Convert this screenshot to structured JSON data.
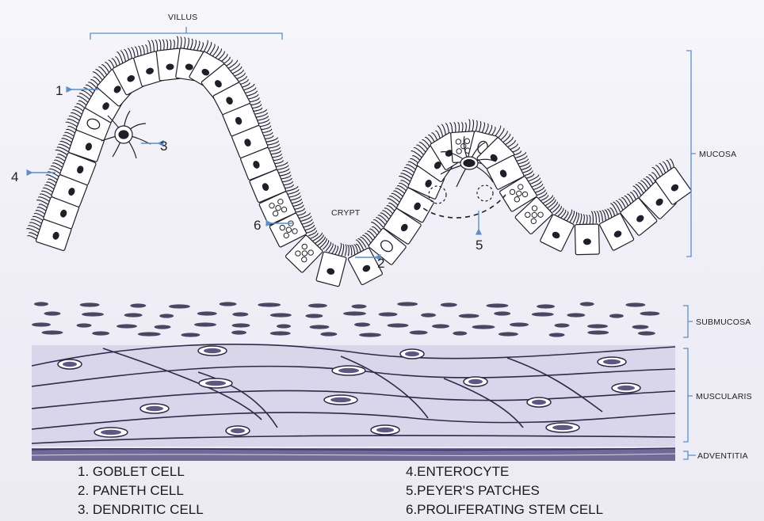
{
  "diagram": {
    "top_labels": {
      "villus": "VILLUS",
      "crypt": "CRYPT"
    },
    "layers": {
      "mucosa": "MUCOSA",
      "submucosa": "SUBMUCOSA",
      "muscularis": "MUSCULARIS",
      "adventitia": "ADVENTITIA"
    },
    "callouts": [
      "1",
      "2",
      "3",
      "4",
      "5",
      "6"
    ],
    "legend": {
      "left": [
        "1.   GOBLET CELL",
        "2.   PANETH CELL",
        "3.   DENDRITIC CELL"
      ],
      "right": [
        "4.ENTEROCYTE",
        "5.PEYER'S PATCHES",
        "6.PROLIFERATING STEM CELL"
      ]
    },
    "colors": {
      "ink": "#1f1f2a",
      "cell_fill": "#ffffff",
      "arrow": "#5b8fc9",
      "muscle_tint": "#c9c3e0"
    }
  }
}
